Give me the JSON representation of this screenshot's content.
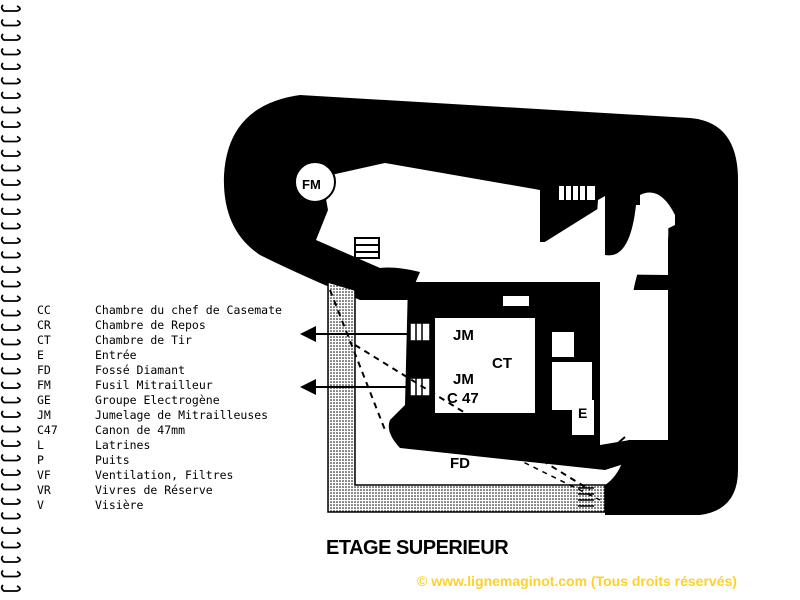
{
  "title": "ETAGE SUPERIEUR",
  "copyright": "© www.lignemaginot.com (Tous droits réservés)",
  "legend": [
    {
      "code": "CC",
      "label": "Chambre du chef de Casemate"
    },
    {
      "code": "CR",
      "label": "Chambre de Repos"
    },
    {
      "code": "CT",
      "label": "Chambre de Tir"
    },
    {
      "code": "E",
      "label": "Entrée"
    },
    {
      "code": "FD",
      "label": "Fossé Diamant"
    },
    {
      "code": "FM",
      "label": "Fusil Mitrailleur"
    },
    {
      "code": "GE",
      "label": "Groupe Electrogène"
    },
    {
      "code": "JM",
      "label": "Jumelage de Mitrailleuses"
    },
    {
      "code": "C47",
      "label": "Canon de 47mm"
    },
    {
      "code": "L",
      "label": "Latrines"
    },
    {
      "code": "P",
      "label": "Puits"
    },
    {
      "code": "VF",
      "label": "Ventilation, Filtres"
    },
    {
      "code": "VR",
      "label": "Vivres de Réserve"
    },
    {
      "code": "V",
      "label": "Visière"
    }
  ],
  "plan_labels": {
    "fm": "FM",
    "jm_top": "JM",
    "ct": "CT",
    "jm_bottom": "JM",
    "c47": "C 47",
    "e": "E",
    "fd": "FD"
  },
  "colors": {
    "wall": "#000000",
    "background": "#ffffff",
    "copyright": "#ffd028"
  }
}
